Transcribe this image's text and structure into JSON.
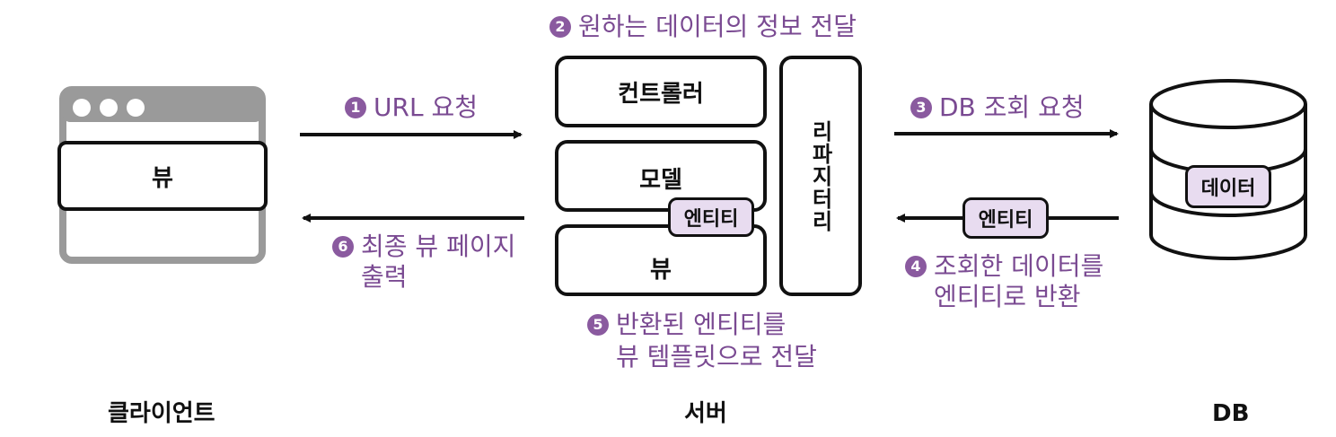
{
  "client": {
    "view_label": "뷰",
    "caption": "클라이언트"
  },
  "server": {
    "controller_label": "컨트롤러",
    "model_label": "모델",
    "entity_label": "엔티티",
    "view_label": "뷰",
    "repository_label": "리파지터리",
    "caption": "서버"
  },
  "db": {
    "data_label": "데이터",
    "caption": "DB"
  },
  "flow_entity_label": "엔티티",
  "steps": [
    {
      "number": "1",
      "text": "URL 요청"
    },
    {
      "number": "2",
      "text": "원하는 데이터의 정보 전달"
    },
    {
      "number": "3",
      "text": "DB 조회 요청"
    },
    {
      "number": "4",
      "lines": [
        "조회한 데이터를",
        "엔티티로 반환"
      ]
    },
    {
      "number": "5",
      "lines": [
        "반환된 엔티티를",
        "뷰 템플릿으로 전달"
      ]
    },
    {
      "number": "6",
      "lines": [
        "최종 뷰 페이지",
        "출력"
      ]
    }
  ],
  "colors": {
    "accent": "#7a4a92",
    "badge": "#8a5a9f",
    "pill_fill": "#e8dcf0",
    "window_frame": "#9a9a9a"
  },
  "icons": [
    "browser-window-icon",
    "database-cylinder-icon",
    "arrow-right-icon",
    "arrow-left-icon"
  ]
}
